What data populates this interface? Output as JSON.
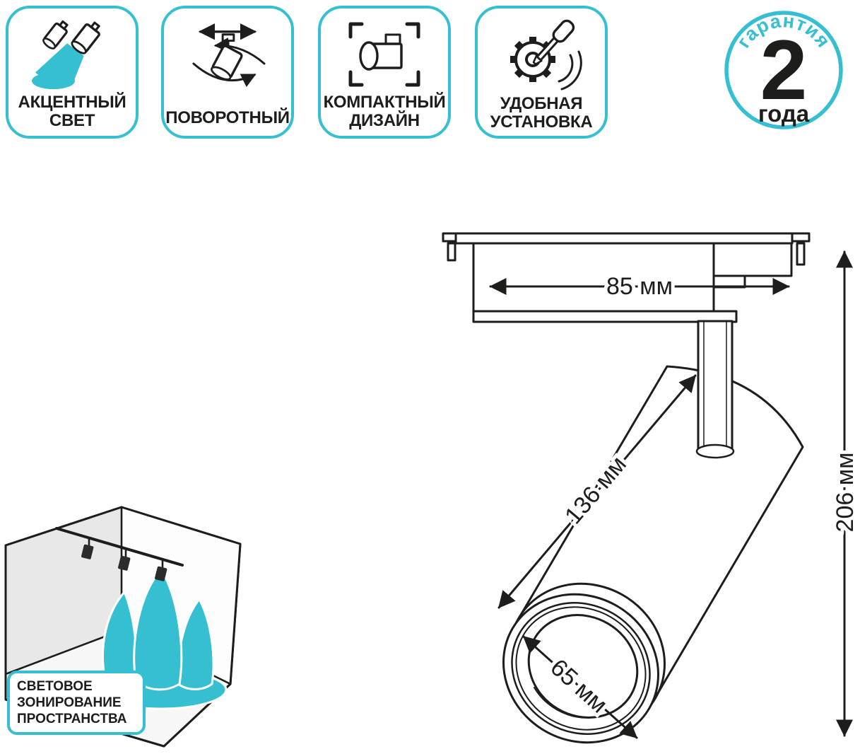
{
  "colors": {
    "accent": "#35bfd1",
    "line": "#1d1d1b"
  },
  "features": [
    {
      "name": "accent-light",
      "line1": "АКЦЕНТНЫЙ",
      "line2": "СВЕТ"
    },
    {
      "name": "rotatable",
      "line1": "ПОВОРОТНЫЙ",
      "line2": ""
    },
    {
      "name": "compact-design",
      "line1": "КОМПАКТНЫЙ",
      "line2": "ДИЗАЙН"
    },
    {
      "name": "easy-installation",
      "line1": "УДОБНАЯ",
      "line2": "УСТАНОВКА"
    }
  ],
  "warranty": {
    "arc_text": "гарантия",
    "value": "2",
    "unit": "года"
  },
  "zoning_label": {
    "line1": "СВЕТОВОЕ",
    "line2": "ЗОНИРОВАНИЕ",
    "line3": "ПРОСТРАНСТВА"
  },
  "dimensions": {
    "track_length": "85 мм",
    "body_length": "136 мм",
    "overall_height": "206 мм",
    "diameter": "65 мм"
  }
}
